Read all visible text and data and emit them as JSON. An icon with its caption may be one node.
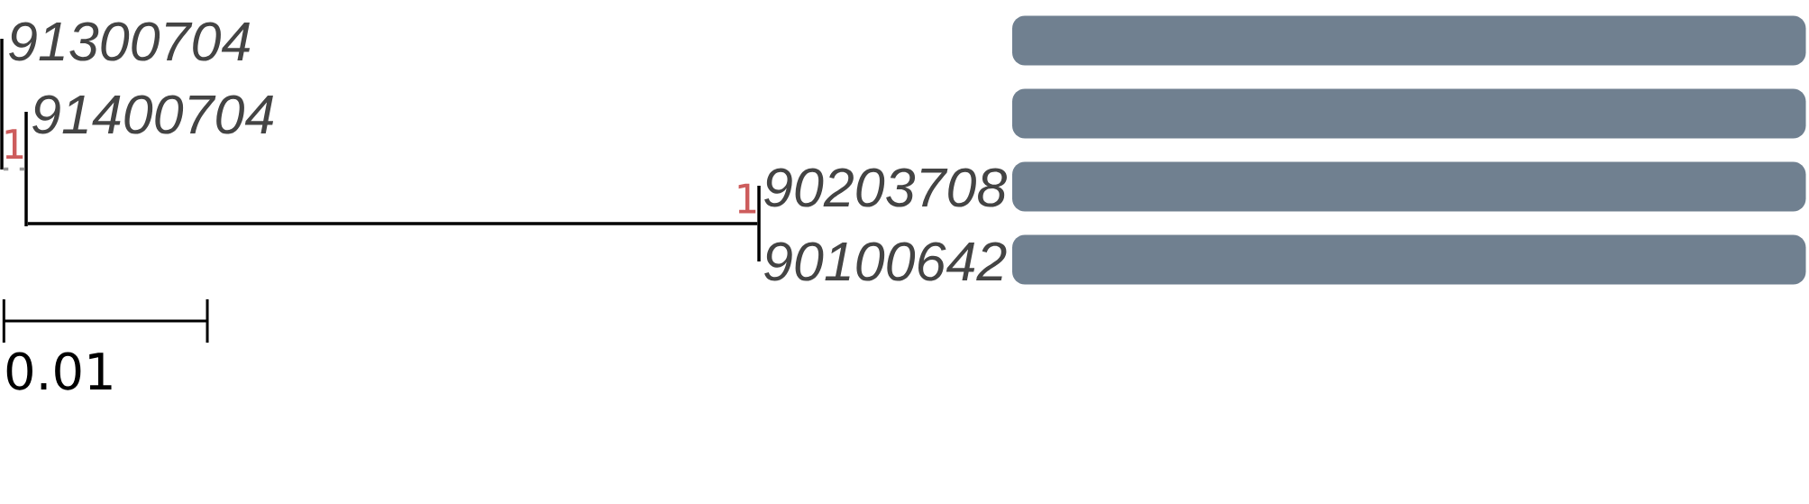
{
  "diagram": {
    "nodes": [
      {
        "text": [
          "91300704"
        ]
      },
      {
        "text": [
          "91400704"
        ]
      },
      {
        "text": [
          "90203708"
        ]
      },
      {
        "text": [
          "90100642"
        ]
      },
      {
        "text": [],
        "shape": "line"
      },
      {
        "text": [],
        "shape": "line"
      },
      {
        "text": [],
        "shape": "line"
      },
      {
        "text": [],
        "shape": "bar"
      },
      {
        "text": [],
        "shape": "bar"
      },
      {
        "text": [],
        "shape": "bar"
      },
      {
        "text": [],
        "shape": "bar"
      }
    ],
    "edges": [
      {
        "from": 4,
        "to": 5,
        "arrow": "none",
        "label": "1",
        "style": "dashed",
        "color": "#999999"
      },
      {
        "from": 5,
        "to": 6,
        "arrow": "none",
        "label": "1",
        "color": "#000000"
      }
    ],
    "labels": [
      "0.01"
    ]
  }
}
